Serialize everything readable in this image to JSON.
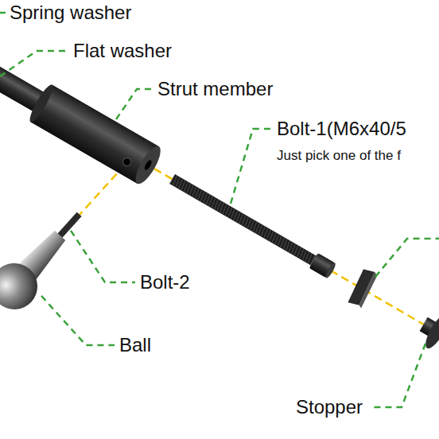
{
  "diagram": {
    "labels": [
      "Spring washer",
      "Flat washer",
      "Strut member",
      "Bolt-1(M6x40/5",
      "Just pick one of the f",
      "Bolt-2",
      "Ball",
      "Stopper"
    ]
  }
}
